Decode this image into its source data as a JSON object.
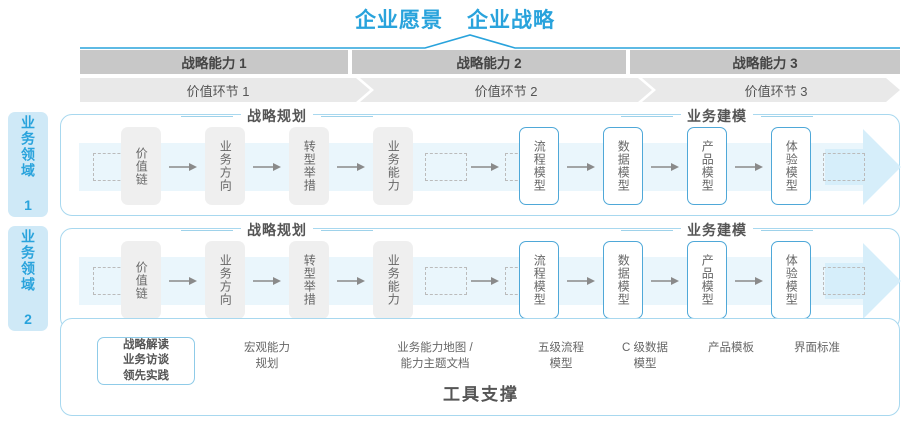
{
  "header": {
    "vision": "企业愿景",
    "strategy": "企业战略"
  },
  "capabilities": [
    {
      "label": "战略能力 1"
    },
    {
      "label": "战略能力 2"
    },
    {
      "label": "战略能力 3"
    }
  ],
  "value_chain": [
    {
      "label": "价值环节 1"
    },
    {
      "label": "价值环节 2"
    },
    {
      "label": "价值环节 3"
    }
  ],
  "domains": [
    {
      "label": "业务领域 1"
    },
    {
      "label": "业务领域 2"
    }
  ],
  "sections": {
    "planning": "战略规划",
    "modeling": "业务建模"
  },
  "nodes": {
    "planning": [
      {
        "label": "价值链"
      },
      {
        "label": "业务方向"
      },
      {
        "label": "转型举措"
      },
      {
        "label": "业务能力"
      }
    ],
    "modeling": [
      {
        "label": "流程模型"
      },
      {
        "label": "数据模型"
      },
      {
        "label": "产品模型"
      },
      {
        "label": "体验模型"
      }
    ]
  },
  "tools": {
    "first_box": [
      "战略解读",
      "业务访谈",
      "领先实践"
    ],
    "items": [
      {
        "label": "宏观能力\n规划"
      },
      {
        "label": "业务能力地图 /\n能力主题文档"
      },
      {
        "label": "五级流程\n模型"
      },
      {
        "label": "C 级数据\n模型"
      },
      {
        "label": "产品模板"
      },
      {
        "label": "界面标准"
      }
    ],
    "footer": "工具支撑"
  },
  "colors": {
    "accent_blue": "#29a3dc",
    "light_blue": "#cfe9f7",
    "band_blue": "#eaf6fc",
    "bar_gray": "#c8c8c8",
    "chain_gray": "#e9e9e9",
    "node_gray": "#efefef",
    "border_blue": "#a8d8ef"
  }
}
